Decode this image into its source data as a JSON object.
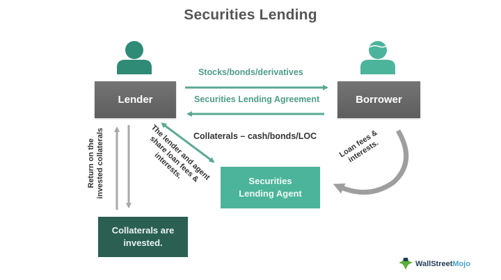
{
  "title": "Securities Lending",
  "nodes": {
    "lender": {
      "label": "Lender",
      "icon": "person-icon"
    },
    "borrower": {
      "label": "Borrower",
      "icon": "person-with-hair-icon"
    },
    "agent": {
      "line1": "Securities",
      "line2": "Lending Agent"
    },
    "invested": {
      "line1": "Collaterals are",
      "line2": "invested."
    }
  },
  "edges": {
    "lender_to_borrower": "Stocks/bonds/derivatives",
    "borrower_to_lender": "Securities Lending Agreement",
    "collaterals": "Collaterals – cash/bonds/LOC",
    "share_fees": {
      "line1": "The lender and agent",
      "line2": "share loan fees &",
      "line3": "interests."
    },
    "loan_fees": {
      "line1": "Loan fees &",
      "line2": "interests."
    },
    "return_invested": {
      "line1": "Return on the",
      "line2": "invested collaterals"
    }
  },
  "colors": {
    "teal": "#3d9a84",
    "teal_light": "#4cb49a",
    "dark_green": "#2a5f52",
    "gray_box": "#6a6a6a",
    "arrow_gray": "#a9a9a9"
  },
  "branding": {
    "logo_part1": "WallStreet",
    "logo_part2": "Mojo"
  }
}
